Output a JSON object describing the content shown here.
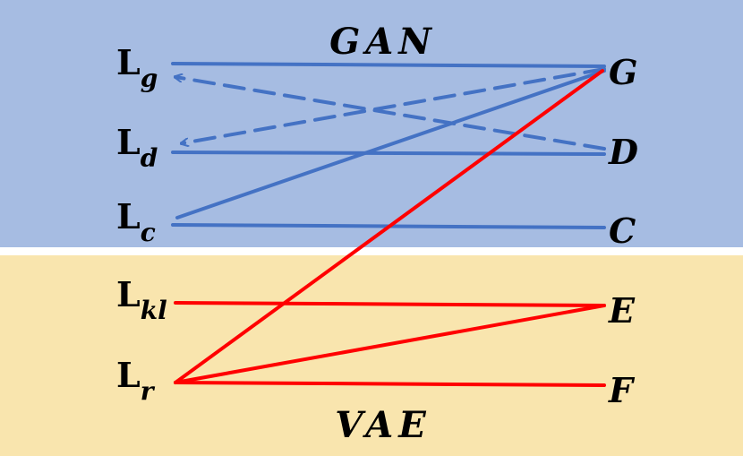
{
  "colors": {
    "gan_background": "#a6bce2",
    "vae_background": "#f9e5ae",
    "gan_edges": "#4472c4",
    "vae_edges": "#ff0000",
    "text": "#000000"
  },
  "regions": {
    "gan": {
      "label": "GAN"
    },
    "vae": {
      "label": "VAE"
    }
  },
  "losses": [
    {
      "id": "lg",
      "main": "L",
      "sub": "g"
    },
    {
      "id": "ld",
      "main": "L",
      "sub": "d"
    },
    {
      "id": "lc",
      "main": "L",
      "sub": "c"
    },
    {
      "id": "lkl",
      "main": "L",
      "sub": "kl"
    },
    {
      "id": "lr",
      "main": "L",
      "sub": "r"
    }
  ],
  "modules": [
    {
      "id": "g",
      "label": "G"
    },
    {
      "id": "d",
      "label": "D"
    },
    {
      "id": "c",
      "label": "C"
    },
    {
      "id": "e",
      "label": "E"
    },
    {
      "id": "f",
      "label": "F"
    }
  ],
  "edges": [
    {
      "from": "G",
      "to": "L_g",
      "style": "solid",
      "group": "GAN"
    },
    {
      "from": "D",
      "to": "L_g",
      "style": "dashed",
      "arrow": true,
      "group": "GAN"
    },
    {
      "from": "G",
      "to": "L_d",
      "style": "dashed",
      "arrow": true,
      "group": "GAN"
    },
    {
      "from": "D",
      "to": "L_d",
      "style": "solid",
      "group": "GAN"
    },
    {
      "from": "G",
      "to": "L_c",
      "style": "solid",
      "group": "GAN"
    },
    {
      "from": "C",
      "to": "L_c",
      "style": "solid",
      "group": "GAN"
    },
    {
      "from": "G",
      "to": "L_r",
      "style": "solid",
      "group": "VAE"
    },
    {
      "from": "E",
      "to": "L_kl",
      "style": "solid",
      "group": "VAE"
    },
    {
      "from": "E",
      "to": "L_r",
      "style": "solid",
      "group": "VAE"
    },
    {
      "from": "F",
      "to": "L_r",
      "style": "solid",
      "group": "VAE"
    }
  ]
}
